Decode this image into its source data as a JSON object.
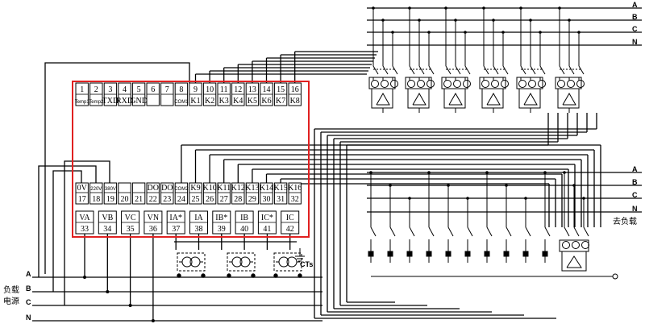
{
  "top_bus": [
    "A",
    "B",
    "C",
    "N"
  ],
  "bottom_bus": [
    "A",
    "B",
    "C",
    "N"
  ],
  "input_bus": [
    "A",
    "B",
    "C",
    "N"
  ],
  "load_label": "去负载",
  "source_label_1": "负载",
  "source_label_2": "电源",
  "ct_label": "CTs",
  "row1": [
    {
      "num": "1",
      "sig": "Temp1"
    },
    {
      "num": "2",
      "sig": "Temp2"
    },
    {
      "num": "3",
      "sig": "TXD"
    },
    {
      "num": "4",
      "sig": "RXD"
    },
    {
      "num": "5",
      "sig": "GND"
    },
    {
      "num": "6",
      "sig": ""
    },
    {
      "num": "7",
      "sig": ""
    },
    {
      "num": "8",
      "sig": "COM1"
    },
    {
      "num": "9",
      "sig": "K1"
    },
    {
      "num": "10",
      "sig": "K2"
    },
    {
      "num": "11",
      "sig": "K3"
    },
    {
      "num": "12",
      "sig": "K4"
    },
    {
      "num": "13",
      "sig": "K5"
    },
    {
      "num": "14",
      "sig": "K6"
    },
    {
      "num": "15",
      "sig": "K7"
    },
    {
      "num": "16",
      "sig": "K8"
    }
  ],
  "row2": [
    {
      "num": "17",
      "sig": "0V"
    },
    {
      "num": "18",
      "sig": "220V"
    },
    {
      "num": "19",
      "sig": "380V"
    },
    {
      "num": "20",
      "sig": ""
    },
    {
      "num": "21",
      "sig": ""
    },
    {
      "num": "22",
      "sig": "DO"
    },
    {
      "num": "23",
      "sig": "DO"
    },
    {
      "num": "24",
      "sig": "COM2"
    },
    {
      "num": "25",
      "sig": "K9"
    },
    {
      "num": "26",
      "sig": "K10"
    },
    {
      "num": "27",
      "sig": "K11"
    },
    {
      "num": "28",
      "sig": "K12"
    },
    {
      "num": "29",
      "sig": "K13"
    },
    {
      "num": "30",
      "sig": "K14"
    },
    {
      "num": "31",
      "sig": "K15"
    },
    {
      "num": "32",
      "sig": "K16"
    }
  ],
  "row3": [
    {
      "num": "33",
      "sig": "VA"
    },
    {
      "num": "34",
      "sig": "VB"
    },
    {
      "num": "35",
      "sig": "VC"
    },
    {
      "num": "36",
      "sig": "VN"
    },
    {
      "num": "37",
      "sig": "IA*"
    },
    {
      "num": "38",
      "sig": "IA"
    },
    {
      "num": "39",
      "sig": "IB*"
    },
    {
      "num": "40",
      "sig": "IB"
    },
    {
      "num": "41",
      "sig": "IC*"
    },
    {
      "num": "42",
      "sig": "IC"
    }
  ]
}
